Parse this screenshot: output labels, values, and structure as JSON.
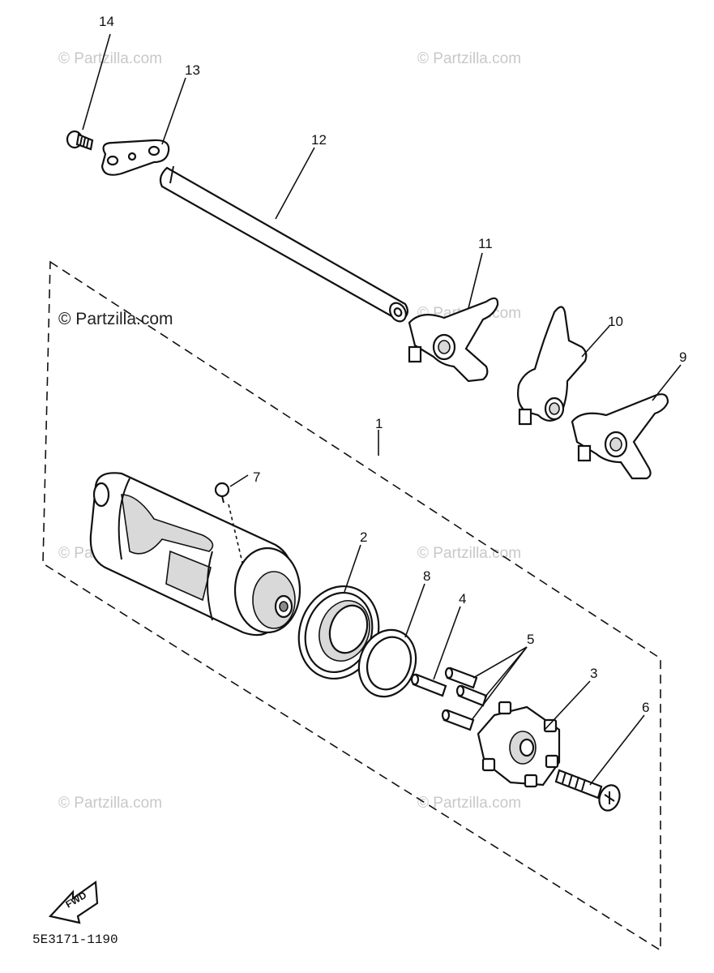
{
  "diagram": {
    "part_code": "5E3171-1190",
    "fwd_label": "FWD",
    "watermark_main": "© Partzilla.com",
    "watermark_faint": "© Partzilla.com",
    "callouts": {
      "c1": "1",
      "c2": "2",
      "c3": "3",
      "c4": "4",
      "c5": "5",
      "c6": "6",
      "c7": "7",
      "c8": "8",
      "c9": "9",
      "c10": "10",
      "c11": "11",
      "c12": "12",
      "c13": "13",
      "c14": "14"
    }
  }
}
